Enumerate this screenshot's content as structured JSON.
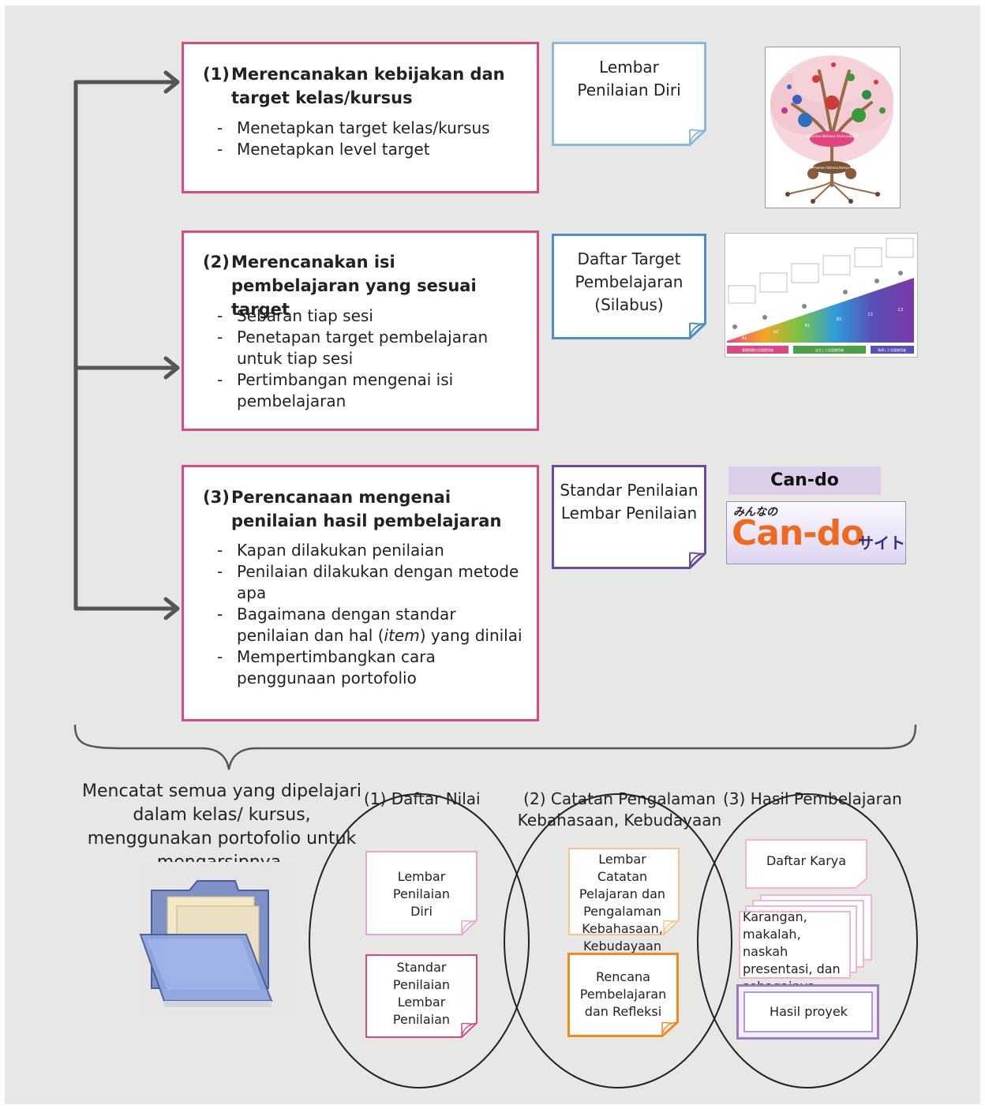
{
  "steps": [
    {
      "num": "(1)",
      "title": "Merencanakan kebijakan dan target kelas/kursus",
      "bullets": [
        "Menetapkan target kelas/kursus",
        "Menetapkan level target"
      ]
    },
    {
      "num": "(2)",
      "title": "Merencanakan isi pembelajaran yang sesuai target",
      "bullets": [
        "Sebaran tiap sesi",
        "Penetapan target pembelajaran untuk tiap sesi",
        "Pertimbangan mengenai isi pembelajaran"
      ]
    },
    {
      "num": "(3)",
      "title": "Perencanaan mengenai penilaian hasil pembelajaran",
      "bullets": [
        "Kapan dilakukan penilaian",
        "Penilaian dilakukan dengan metode apa",
        "Bagaimana dengan standar penilaian dan hal (item) yang dinilai",
        "Mempertimbangkan cara penggunaan portofolio"
      ]
    }
  ],
  "notes": [
    {
      "text": "Lembar Penilaian Diri",
      "color": "#8fb8e0"
    },
    {
      "text": "Daftar Target Pembelajaran (Silabus)",
      "color": "#4a8fc8"
    },
    {
      "text": "Standar Penilaian Lembar Penilaian",
      "color": "#6a4a9c"
    }
  ],
  "tree_image": {
    "trunk_label": "Aktivitas Bahasa Komunikatif",
    "root_label": "Pemahaman Bahasa Komunikatif"
  },
  "syllabus_image": {
    "levels": [
      "A1",
      "A2",
      "B1",
      "B2",
      "C1",
      "C2"
    ],
    "footer": [
      "基礎段階の言語使用者",
      "自立した言語使用者",
      "熟達した言語使用者"
    ]
  },
  "cando": {
    "label": "Can-do",
    "logo_top": "みんなの",
    "logo_main": "Can-do",
    "logo_suffix": "サイト"
  },
  "portfolio": {
    "text": "Mencatat semua yang dipelajari dalam kelas/ kursus, menggunakan portofolio untuk mengarsipnya."
  },
  "ellipses": [
    {
      "label": "(1) Daftar Nilai",
      "docs": [
        {
          "text": "Lembar Penilaian Diri",
          "color": "#e8a6c8"
        },
        {
          "text": "Standar Penilaian Lembar Penilaian",
          "color": "#d94a85"
        }
      ]
    },
    {
      "label": "(2) Catatan Pengalaman Kebahasaan, Kebudayaan",
      "docs": [
        {
          "text": "Lembar Catatan Pelajaran dan Pengalaman Kebahasaan, Kebudayaan",
          "color": "#f5c58a"
        },
        {
          "text": "Rencana Pembelajaran dan Refleksi",
          "color": "#ef8a1f"
        }
      ]
    },
    {
      "label": "(3) Hasil Pembelajaran",
      "docs": [
        {
          "text": "Daftar Karya",
          "color": "#f2b5cf"
        },
        {
          "text": "Karangan, makalah, naskah presentasi, dan sebagainya",
          "color": "#f2b5cf"
        },
        {
          "text": "Hasil proyek",
          "color": "#9b7bc6"
        }
      ]
    }
  ]
}
